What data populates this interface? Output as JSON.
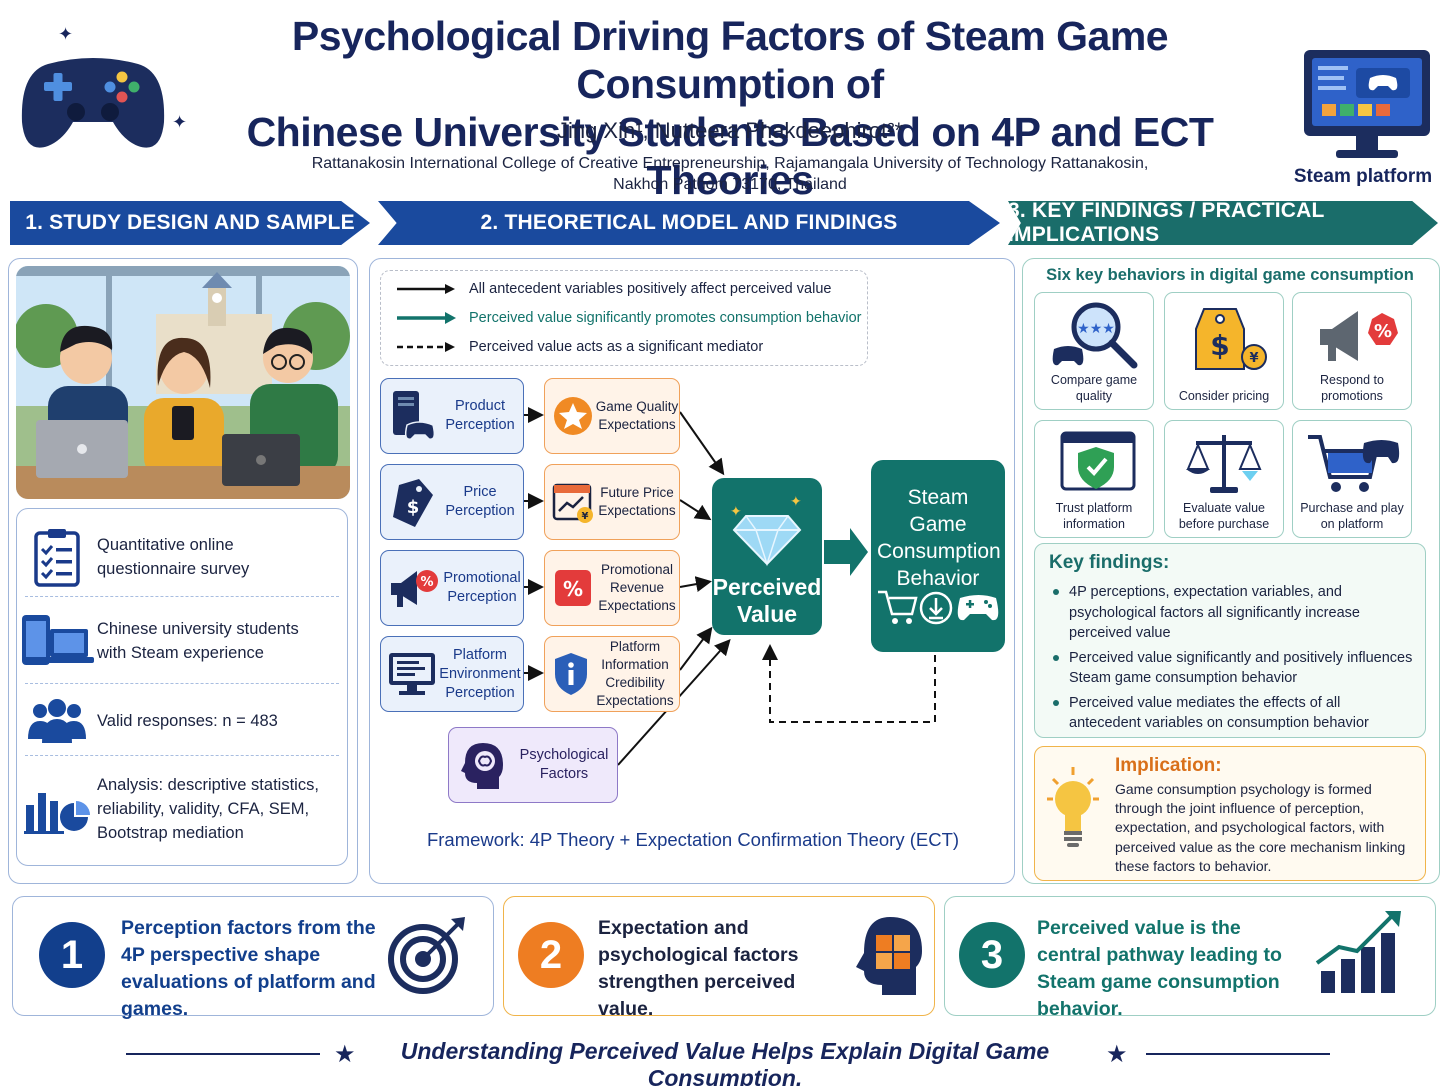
{
  "header": {
    "title_line1": "Psychological Driving Factors of Steam Game Consumption of",
    "title_line2": "Chinese University Students Based on 4P and ECT Theories",
    "authors": "Jing Xin¹, Nutteera Phakdeephirot²*",
    "affiliation_line1": "Rattanakosin International College of Creative Entrepreneurship, Rajamangala University of Technology Rattanakosin,",
    "affiliation_line2": "Nakhon Pathom 73170, Thailand",
    "platform_label": "Steam platform"
  },
  "sections": {
    "s1": "1. STUDY DESIGN AND SAMPLE",
    "s2": "2. THEORETICAL MODEL AND FINDINGS",
    "s3": "3. KEY FINDINGS / PRACTICAL IMPLICATIONS"
  },
  "design": [
    {
      "icon": "checklist-icon",
      "text": "Quantitative online questionnaire survey"
    },
    {
      "icon": "devices-icon",
      "text": "Chinese university students with Steam experience"
    },
    {
      "icon": "people-icon",
      "text": "Valid responses: n = 483"
    },
    {
      "icon": "analysis-chart-icon",
      "text": "Analysis: descriptive statistics, reliability, validity, CFA, SEM, Bootstrap mediation"
    }
  ],
  "legend": {
    "solid": "All antecedent variables positively affect perceived value",
    "teal": "Perceived value significantly promotes consumption behavior",
    "dashed": "Perceived value acts as a significant mediator"
  },
  "model": {
    "perceptions": [
      "Product Perception",
      "Price Perception",
      "Promotional Perception",
      "Platform Environment Perception"
    ],
    "expectations": [
      "Game Quality Expectations",
      "Future Price Expectations",
      "Promotional Revenue Expectations",
      "Platform Information Credibility Expectations"
    ],
    "psychological": "Psychological Factors",
    "perceived_value": "Perceived Value",
    "behavior": "Steam Game Consumption Behavior",
    "framework": "Framework: 4P Theory + Expectation Confirmation Theory (ECT)",
    "colors": {
      "perception": "#1a4a9e",
      "expectation": "#f0a15a",
      "teal": "#12736b",
      "psych": "#8e79c7"
    }
  },
  "behaviors": {
    "title": "Six key behaviors in digital game consumption",
    "items": [
      {
        "icon": "magnifier-gamepad-icon",
        "label": "Compare game quality"
      },
      {
        "icon": "price-tag-icon",
        "label": "Consider pricing"
      },
      {
        "icon": "megaphone-icon",
        "label": "Respond to promotions"
      },
      {
        "icon": "shield-check-icon",
        "label": "Trust platform information"
      },
      {
        "icon": "balance-scale-icon",
        "label": "Evaluate value before purchase"
      },
      {
        "icon": "cart-gamepad-icon",
        "label": "Purchase and play on platform"
      }
    ]
  },
  "key_findings": {
    "title": "Key findings:",
    "items": [
      "4P perceptions, expectation variables, and psychological factors all significantly increase perceived value",
      "Perceived value significantly and positively influences Steam game consumption behavior",
      "Perceived value mediates the effects of all antecedent variables on consumption behavior"
    ]
  },
  "implication": {
    "title": "Implication:",
    "text": "Game consumption psychology is formed through the joint influence of perception, expectation, and psychological factors, with perceived value as the core mechanism linking these factors to behavior."
  },
  "takeaways": [
    {
      "num": "1",
      "text": "Perception factors from the 4P perspective shape evaluations of platform and games.",
      "color": "#123f8c"
    },
    {
      "num": "2",
      "text": "Expectation and psychological factors strengthen perceived value.",
      "color": "#ee7d22"
    },
    {
      "num": "3",
      "text": "Perceived value is the central pathway leading to Steam game consumption behavior.",
      "color": "#12736b"
    }
  ],
  "footer": "Understanding Perceived Value  Helps Explain Digital Game Consumption."
}
